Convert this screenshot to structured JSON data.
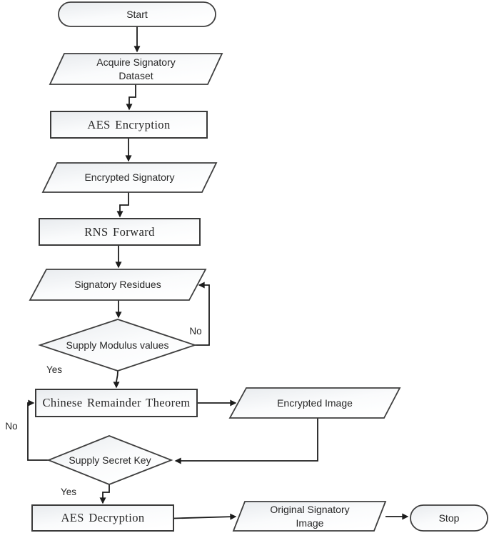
{
  "diagram": {
    "type": "flowchart",
    "nodes": {
      "start": "Start",
      "acquire_dataset": "Acquire Signatory Dataset",
      "aes_encryption": "AES Encryption",
      "encrypted_signatory": "Encrypted Signatory",
      "rns_forward": "RNS Forward",
      "signatory_residues": "Signatory Residues",
      "supply_modulus": "Supply Modulus values",
      "chinese_remainder_theorem": "Chinese Remainder Theorem",
      "encrypted_image": "Encrypted Image",
      "supply_secret_key": "Supply Secret Key",
      "aes_decryption": "AES Decryption",
      "original_signatory_image": "Original Signatory Image",
      "stop": "Stop"
    },
    "edge_labels": {
      "modulus_no": "No",
      "modulus_yes": "Yes",
      "secret_no": "No",
      "secret_yes": "Yes"
    },
    "colors": {
      "shape_border": "#3f3f3f",
      "connector": "#1c1c1c",
      "shape_fill_start": "#e8ebee",
      "shape_fill_end": "#ffffff",
      "text": "#262626",
      "background": "#ffffff"
    }
  }
}
